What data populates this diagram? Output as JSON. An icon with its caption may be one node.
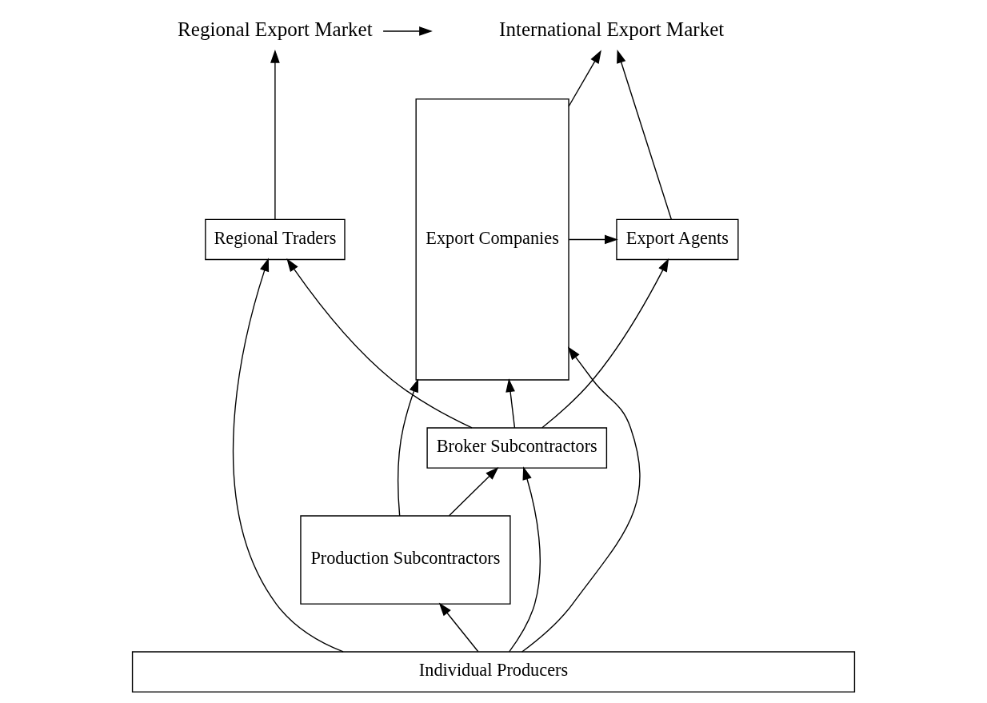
{
  "diagram": {
    "nodes": [
      {
        "text": [
          "Regional Export Market"
        ]
      },
      {
        "text": [
          "International Export Market"
        ]
      },
      {
        "text": [
          "Regional Traders"
        ]
      },
      {
        "text": [
          "Export Agents"
        ]
      },
      {
        "text": [
          "Export Companies"
        ]
      },
      {
        "text": [
          "Broker Subcontractors"
        ]
      },
      {
        "text": [
          "Production Subcontractors"
        ]
      },
      {
        "text": [
          "Individual Producers"
        ]
      }
    ],
    "edges": [
      {
        "from": 0,
        "to": 1,
        "arrow": "to"
      },
      {
        "from": 2,
        "to": 0,
        "arrow": "to"
      },
      {
        "from": 3,
        "to": 1,
        "arrow": "to"
      },
      {
        "from": 4,
        "to": 1,
        "arrow": "to"
      },
      {
        "from": 4,
        "to": 3,
        "arrow": "to"
      },
      {
        "from": 5,
        "to": 2,
        "arrow": "to"
      },
      {
        "from": 5,
        "to": 3,
        "arrow": "to"
      },
      {
        "from": 5,
        "to": 4,
        "arrow": "to"
      },
      {
        "from": 6,
        "to": 5,
        "arrow": "to"
      },
      {
        "from": 6,
        "to": 4,
        "arrow": "to"
      },
      {
        "from": 7,
        "to": 2,
        "arrow": "to"
      },
      {
        "from": 7,
        "to": 5,
        "arrow": "to"
      },
      {
        "from": 7,
        "to": 6,
        "arrow": "to"
      },
      {
        "from": 7,
        "to": 4,
        "arrow": "to"
      }
    ]
  }
}
